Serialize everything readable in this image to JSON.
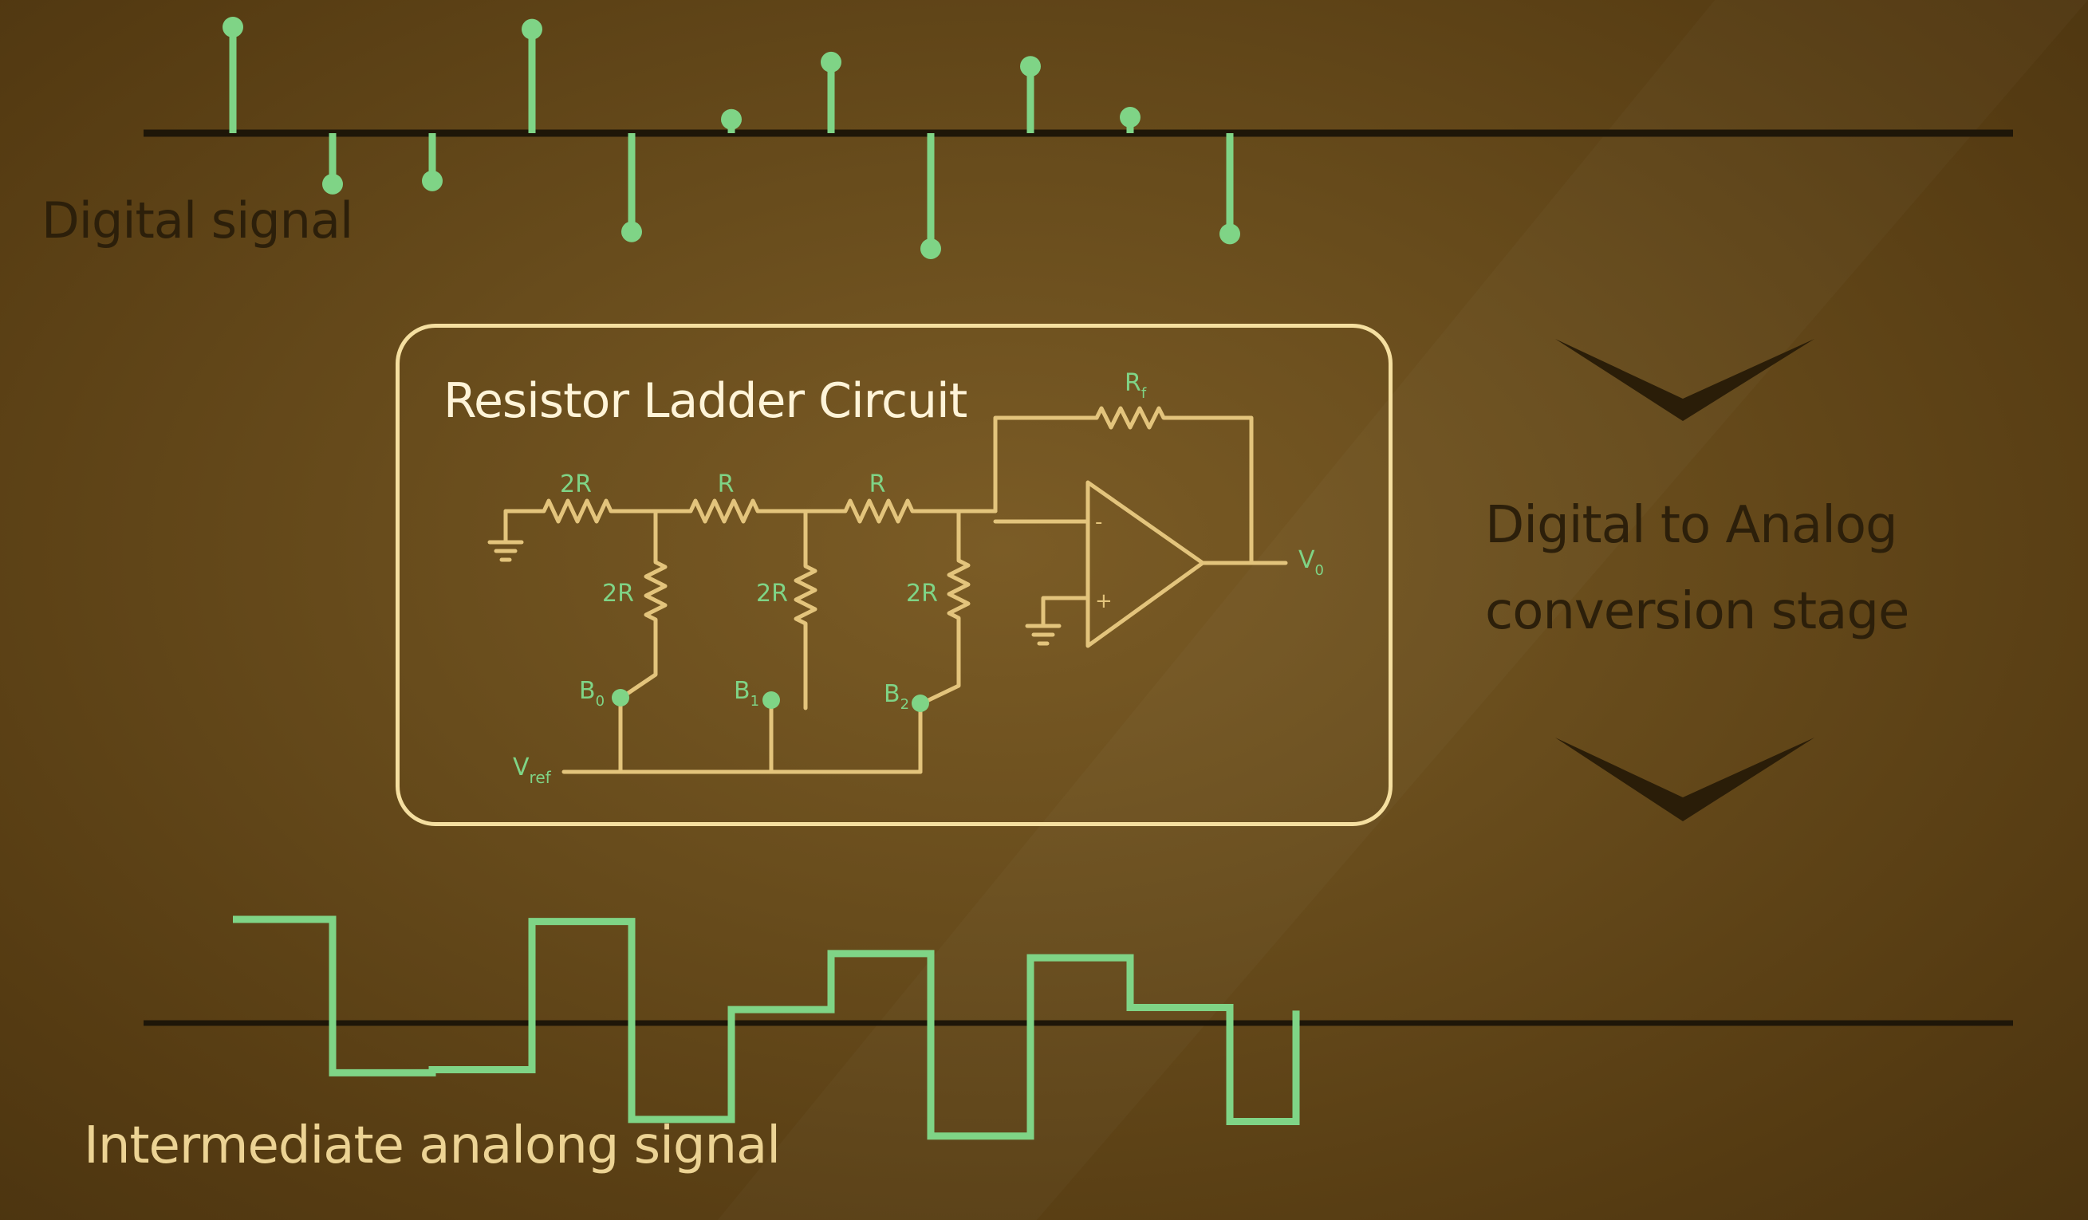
{
  "labels": {
    "digital_signal": "Digital signal",
    "analog_signal": "Intermediate analong signal",
    "stage_line1": "Digital to Analog",
    "stage_line2": "conversion stage"
  },
  "circuit": {
    "title": "Resistor Ladder Circuit",
    "horizontal_resistors": [
      "2R",
      "R",
      "R"
    ],
    "vertical_resistors": [
      "2R",
      "2R",
      "2R"
    ],
    "feedback_resistor": {
      "main": "R",
      "sub": "f"
    },
    "bits": [
      {
        "main": "B",
        "sub": "0"
      },
      {
        "main": "B",
        "sub": "1"
      },
      {
        "main": "B",
        "sub": "2"
      }
    ],
    "vref": {
      "main": "V",
      "sub": "ref"
    },
    "vout": {
      "main": "V",
      "sub": "0"
    },
    "opamp_minus": "-",
    "opamp_plus": "+"
  },
  "digital_samples": [
    1.0,
    -0.48,
    -0.45,
    0.98,
    -0.93,
    0.13,
    0.67,
    -1.09,
    0.63,
    0.15,
    -0.95
  ],
  "analog_levels": [
    1.0,
    -0.48,
    -0.45,
    0.98,
    -0.93,
    0.13,
    0.67,
    -1.09,
    0.63,
    0.15,
    -0.95
  ],
  "colors": {
    "signal": "#7fd486",
    "circuit": "#e3c47c",
    "frame": "#f5dfa0",
    "dark": "#2c1f0a",
    "baseline": "#1e1608"
  }
}
